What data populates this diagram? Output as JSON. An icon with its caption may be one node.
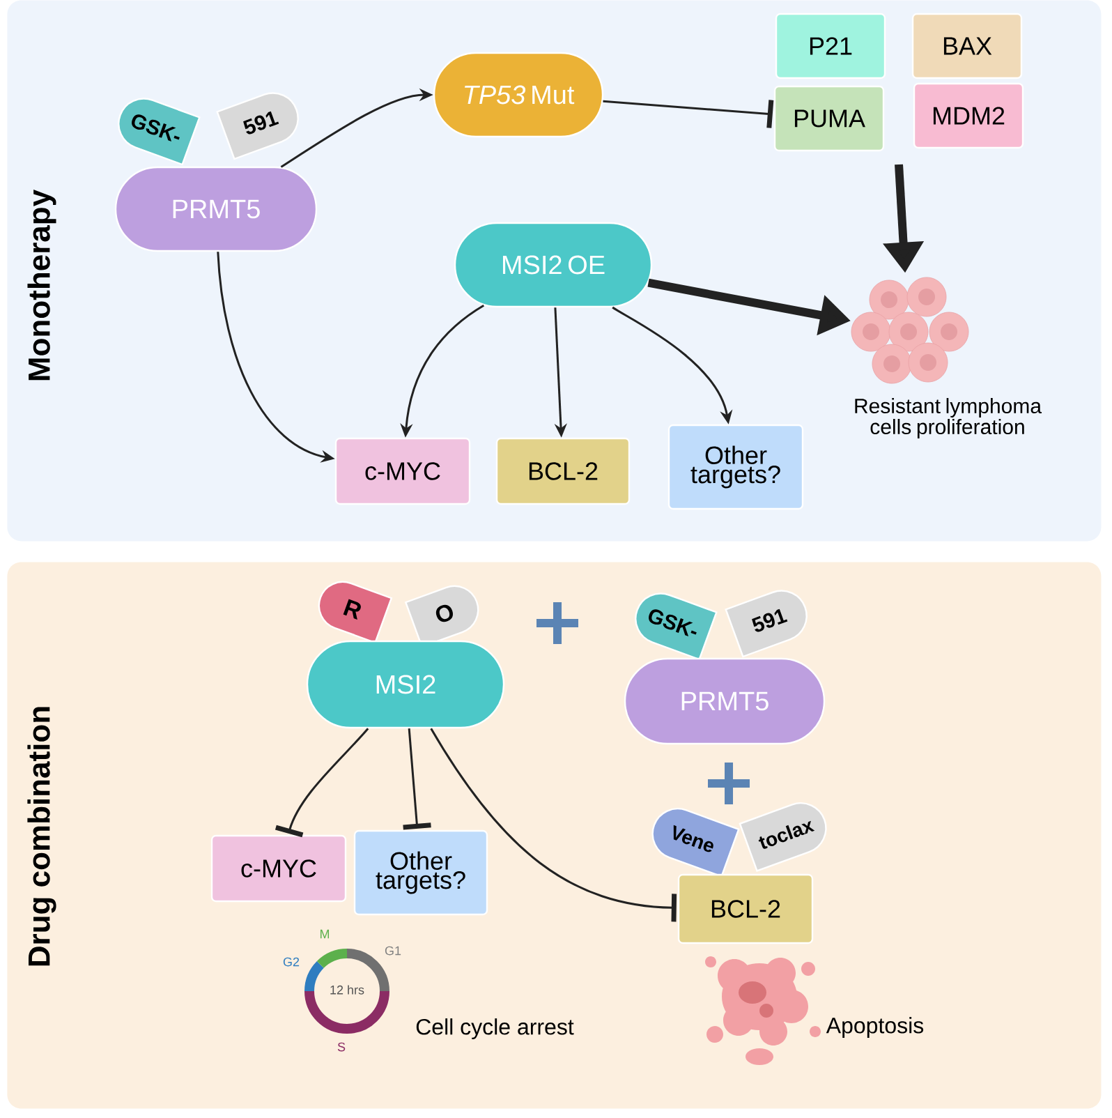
{
  "diagram": {
    "nodes": [
      {
        "text": [
          "Monotherapy"
        ]
      },
      {
        "text": [
          "PRMT5"
        ],
        "in": 0
      },
      {
        "text": [
          "GSK-"
        ],
        "in": 0
      },
      {
        "text": [
          "591"
        ],
        "in": 0
      },
      {
        "text": [
          "*TP53* Mut"
        ],
        "in": 0
      },
      {
        "text": [
          "P21"
        ],
        "in": 0
      },
      {
        "text": [
          "PUMA"
        ],
        "in": 0
      },
      {
        "text": [
          "BAX"
        ],
        "in": 0
      },
      {
        "text": [
          "MDM2"
        ],
        "in": 0
      },
      {
        "text": [
          "MSI2 OE"
        ],
        "in": 0
      },
      {
        "text": [],
        "shape": "picture",
        "beside": [
          "Resistant lymphoma cells proliferation"
        ],
        "in": 0
      },
      {
        "text": [
          "c-MYC"
        ],
        "in": 0
      },
      {
        "text": [
          "BCL-2"
        ],
        "in": 0
      },
      {
        "text": [
          "Other targets?"
        ],
        "in": 0
      },
      {
        "text": [
          "Drug combination"
        ]
      },
      {
        "text": [
          "R"
        ],
        "in": 14
      },
      {
        "text": [
          "O"
        ],
        "in": 14
      },
      {
        "text": [
          "MSI2"
        ],
        "in": 14
      },
      {
        "text": [
          "GSK-"
        ],
        "in": 14
      },
      {
        "text": [
          "591"
        ],
        "in": 14
      },
      {
        "text": [
          "PRMT5"
        ],
        "in": 14
      },
      {
        "text": [
          "Vene"
        ],
        "in": 14
      },
      {
        "text": [
          "toclax"
        ],
        "in": 14
      },
      {
        "text": [
          "BCL-2"
        ],
        "in": 14
      },
      {
        "text": [
          "c-MYC"
        ],
        "in": 14
      },
      {
        "text": [
          "Other targets?"
        ],
        "in": 14
      }
    ],
    "edges": [
      {
        "from": 1,
        "to": 4,
        "arrow": "to"
      },
      {
        "from": 4,
        "to": 6,
        "arrow": "other"
      },
      {
        "from": null,
        "to": 10,
        "arrow": "to",
        "style": "thick"
      },
      {
        "from": 9,
        "to": 10,
        "arrow": "to",
        "style": "thick"
      },
      {
        "from": 1,
        "to": 11,
        "arrow": "to"
      },
      {
        "from": 9,
        "to": 11,
        "arrow": "to"
      },
      {
        "from": 9,
        "to": 12,
        "arrow": "to"
      },
      {
        "from": 9,
        "to": 13,
        "arrow": "to"
      },
      {
        "from": 17,
        "to": 24,
        "arrow": "other"
      },
      {
        "from": 17,
        "to": 25,
        "arrow": "other"
      },
      {
        "from": 17,
        "to": 23,
        "arrow": "other"
      }
    ],
    "labels": [
      "M",
      "G2",
      "G1",
      "12 hrs",
      "S",
      "Cell cycle arrest",
      "Apoptosis"
    ]
  }
}
